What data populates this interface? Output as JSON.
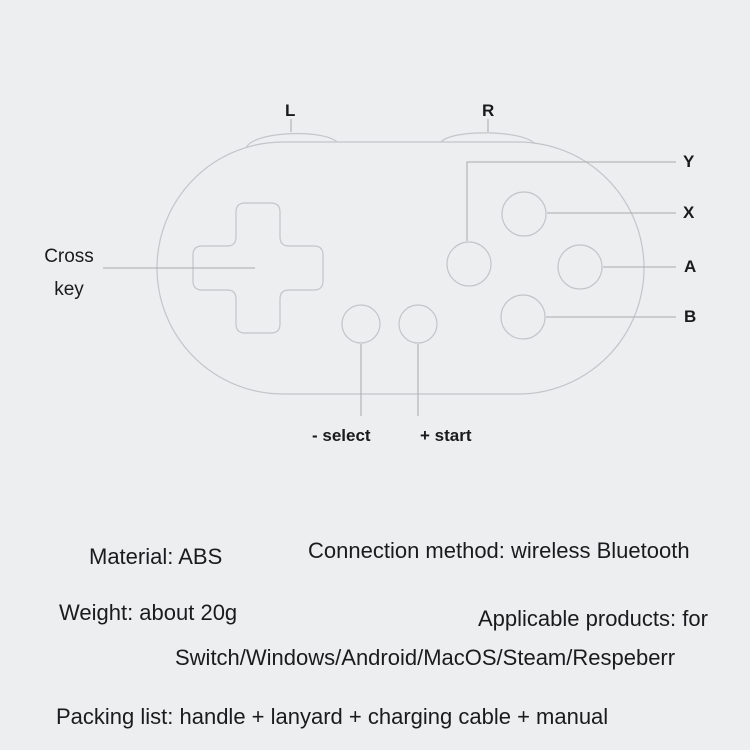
{
  "colors": {
    "background": "#eceef0",
    "outline": "#c3c5c8",
    "callout": "#a9abad",
    "text": "#1b1b1d"
  },
  "controller": {
    "shoulder_left": "L",
    "shoulder_right": "R",
    "button_y": "Y",
    "button_x": "X",
    "button_a": "A",
    "button_b": "B",
    "cross_key_line1": "Cross",
    "cross_key_line2": "key",
    "select_label": "- select",
    "start_label": "+ start"
  },
  "specs": {
    "material": "Material: ABS",
    "connection": "Connection method: wireless Bluetooth",
    "weight": "Weight: about 20g",
    "applicable_line1": "Applicable products: for",
    "applicable_line2": "Switch/Windows/Android/MacOS/Steam/Respeberr",
    "packing_list": "Packing list: handle + lanyard + charging cable + manual"
  }
}
